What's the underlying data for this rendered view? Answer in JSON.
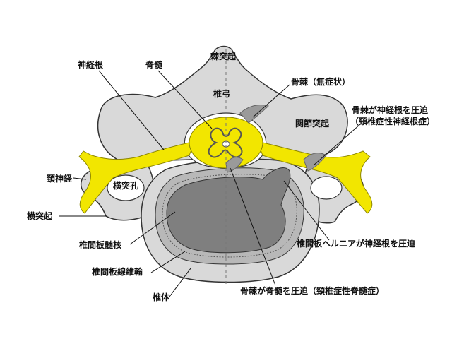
{
  "colors": {
    "bone": "#d9d9d9",
    "bone_stroke": "#333333",
    "nerve": "#f2e600",
    "nucleus": "#7f7f7f",
    "annulus": "#b8b8b8",
    "spur": "#9a9a9a",
    "canal": "#ffffff"
  },
  "labels": {
    "spinous_process": "棘突起",
    "spinal_cord": "脊髄",
    "nerve_root": "神経根",
    "lamina": "椎弓",
    "osteophyte_asymptomatic": "骨棘（無症状）",
    "facet_joint": "関節突起",
    "osteophyte_nerve_root_line1": "骨棘が神経根を圧迫",
    "osteophyte_nerve_root_line2": "（頸椎症性神経根症）",
    "cervical_nerve": "頚神経",
    "transverse_foramen": "横突孔",
    "transverse_process": "横突起",
    "nucleus_pulposus": "椎間板髄核",
    "disc_herniation_nerve_root": "椎間板ヘルニアが神経根を圧迫",
    "annulus_fibrosus": "椎間板線維輪",
    "osteophyte_spinal_cord": "骨棘が脊髄を圧迫（頸椎症性脊髄症）",
    "vertebral_body": "椎体"
  }
}
